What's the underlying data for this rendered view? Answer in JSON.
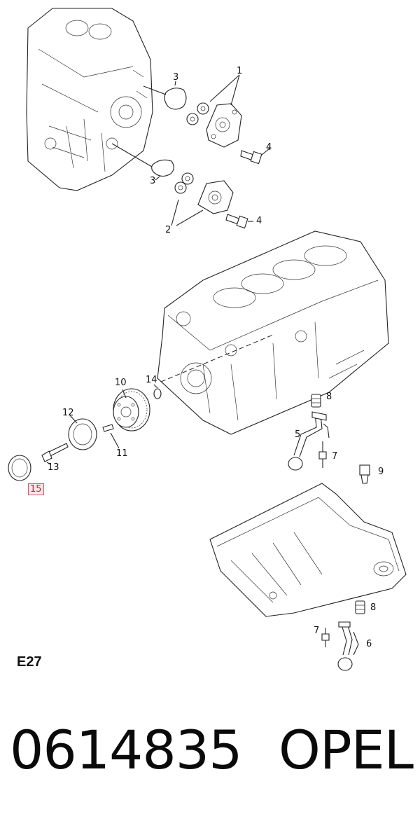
{
  "diagram": {
    "code": "E27",
    "callouts": {
      "c1": "1",
      "c2": "2",
      "c3a": "3",
      "c3b": "3",
      "c4a": "4",
      "c4b": "4",
      "c5": "5",
      "c6": "6",
      "c7a": "7",
      "c7b": "7",
      "c8a": "8",
      "c8b": "8",
      "c9": "9",
      "c10": "10",
      "c11": "11",
      "c12": "12",
      "c13": "13",
      "c14": "14",
      "c15": "15"
    },
    "highlighted_callout": "15",
    "highlight_color": "#d6506a"
  },
  "footer": {
    "part_number": "0614835",
    "brand": "OPEL"
  }
}
